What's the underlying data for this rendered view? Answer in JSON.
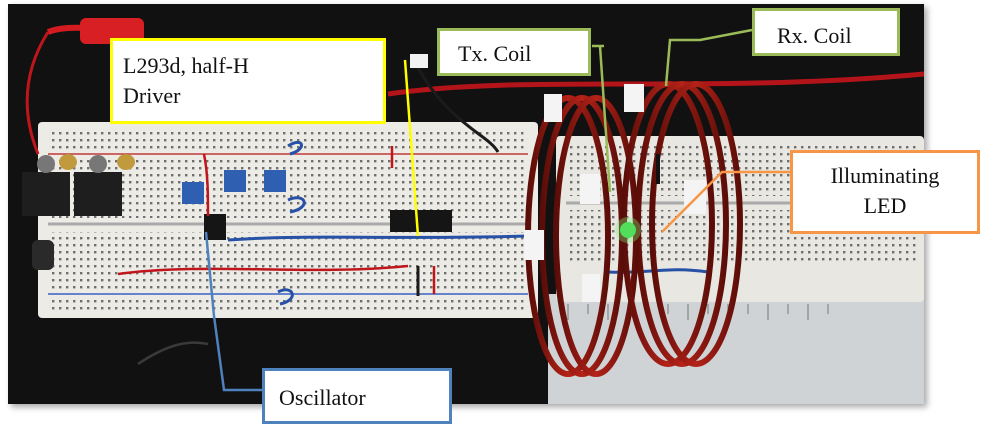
{
  "labels": {
    "driver_line1": "L293d, half-H",
    "driver_line2": "Driver",
    "tx_coil": "Tx. Coil",
    "rx_coil": "Rx. Coil",
    "led_line1": "Illuminating",
    "led_line2": "LED",
    "oscillator": "Oscillator"
  },
  "colors": {
    "driver_border": "#ffff00",
    "tx_border": "#9bbb59",
    "rx_border": "#9bbb59",
    "led_border": "#f79646",
    "oscillator_border": "#4f81bd"
  }
}
